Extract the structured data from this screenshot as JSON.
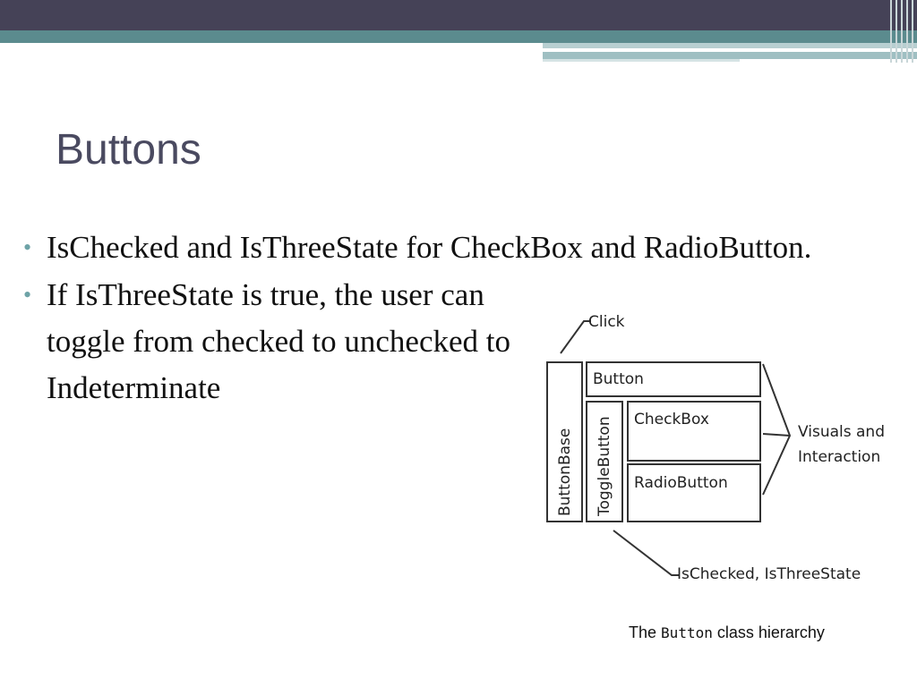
{
  "slide": {
    "title": "Buttons",
    "bullets": [
      "IsChecked and IsThreeState for CheckBox and RadioButton.",
      "If IsThreeState is true, the user can toggle from checked to unchecked to Indeterminate"
    ]
  },
  "diagram": {
    "labels": {
      "click": "Click",
      "button": "Button",
      "checkbox": "CheckBox",
      "radiobutton": "RadioButton",
      "buttonbase": "ButtonBase",
      "togglebutton": "ToggleButton",
      "visuals_line1": "Visuals and",
      "visuals_line2": "Interaction",
      "ischecked": "IsChecked, IsThreeState"
    },
    "caption": {
      "prefix": "The",
      "code": "Button",
      "suffix": "class hierarchy"
    }
  }
}
